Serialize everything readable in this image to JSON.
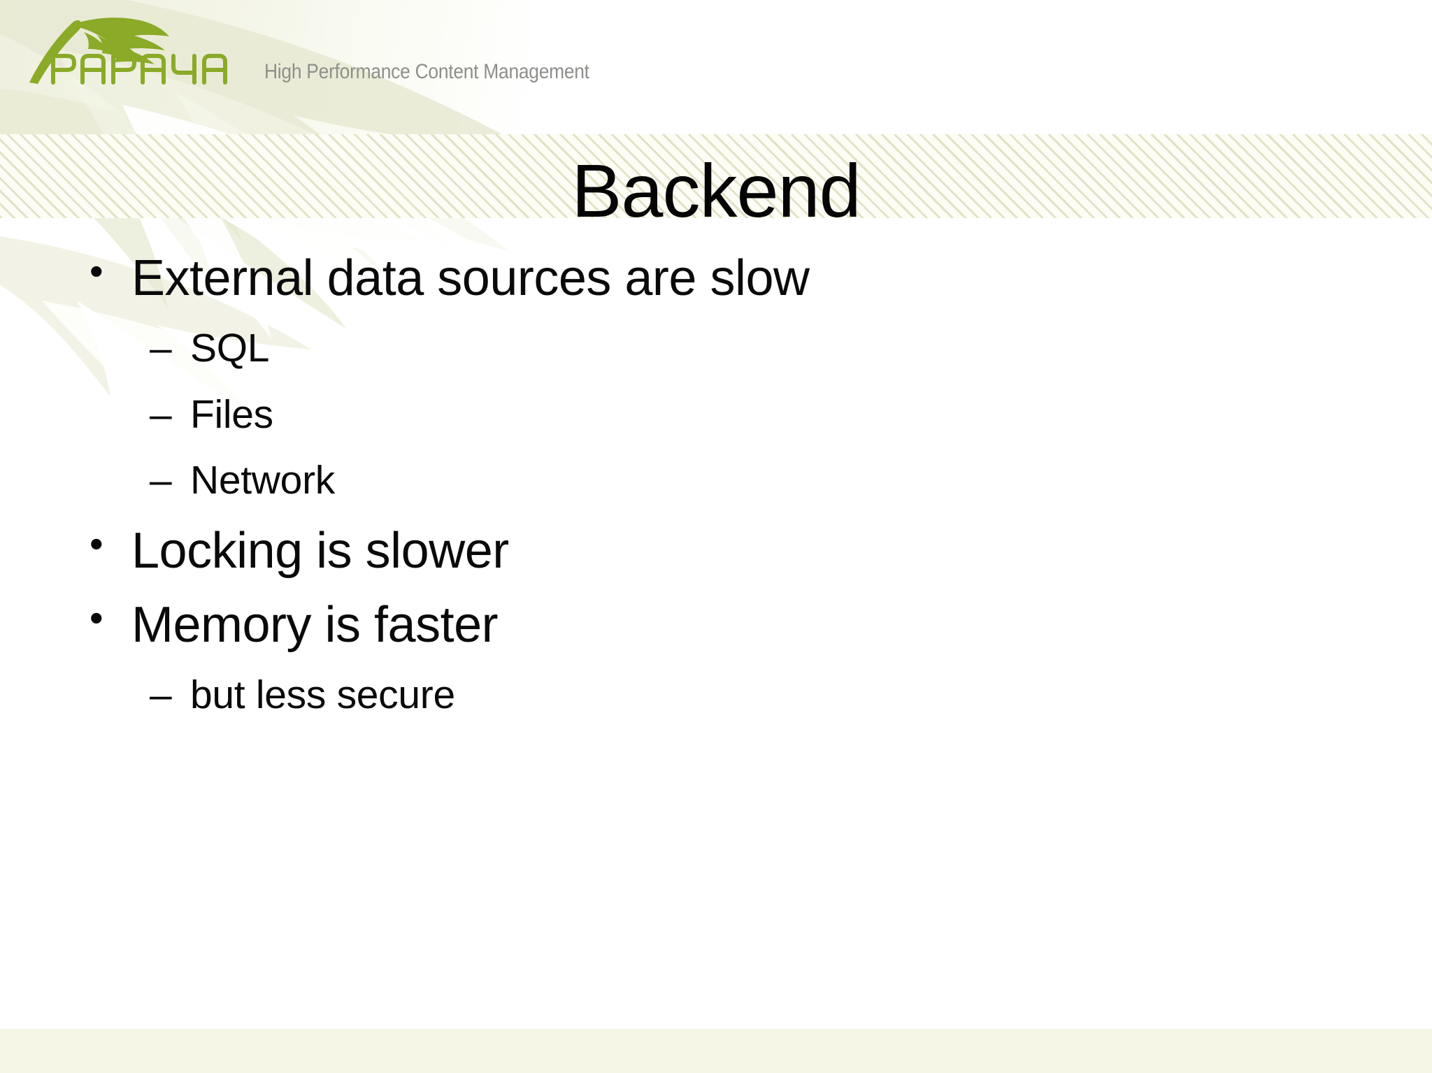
{
  "brand": {
    "logo_text": "PAPAYA",
    "tagline": "High Performance Content Management",
    "logo_color": "#8aaa28",
    "tagline_color": "#8d8f8b",
    "leaf_color": "#e6e8d0"
  },
  "title": "Backend",
  "theme": {
    "hatch_color": "#cdcca0",
    "band_background": "#fdfdf6",
    "footer_color": "#f6f6e7",
    "text_color": "#0a0a0a"
  },
  "bullets": [
    {
      "marker": "•",
      "text": "External data sources are slow",
      "children": [
        {
          "marker": "–",
          "text": "SQL"
        },
        {
          "marker": "–",
          "text": "Files"
        },
        {
          "marker": "–",
          "text": "Network"
        }
      ]
    },
    {
      "marker": "•",
      "text": "Locking is slower",
      "children": []
    },
    {
      "marker": "•",
      "text": "Memory is faster",
      "children": [
        {
          "marker": "–",
          "text": "but less secure"
        }
      ]
    }
  ]
}
